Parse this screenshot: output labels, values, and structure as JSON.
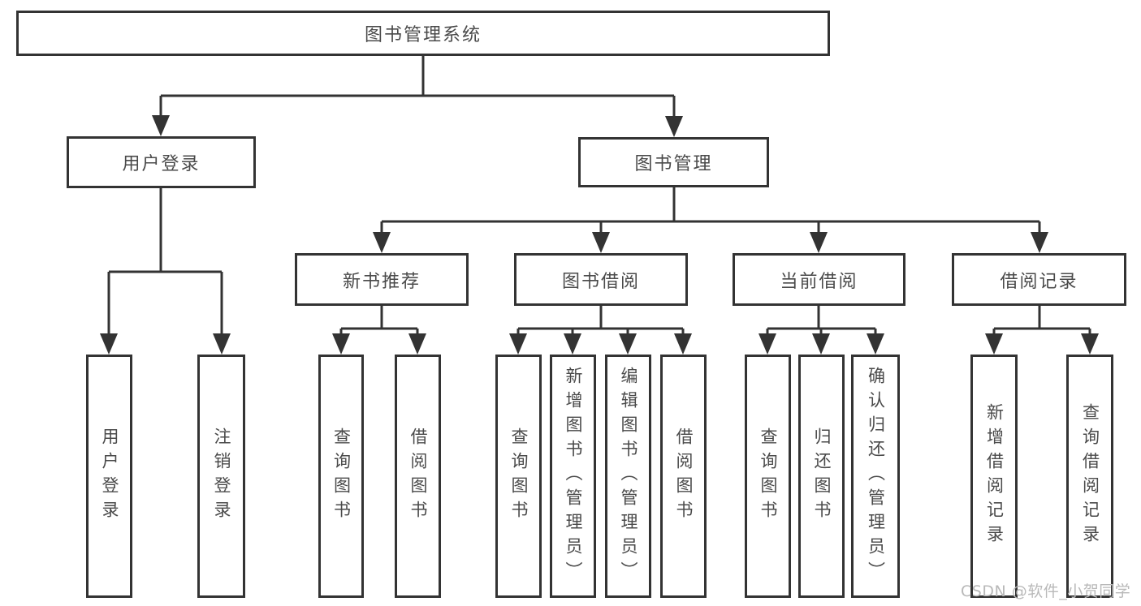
{
  "diagram_type": "hierarchy-tree",
  "colors": {
    "line": "#333333",
    "box_border": "#333333",
    "box_fill": "#ffffff",
    "text": "#4a4a4a",
    "watermark": "#b9b9b9",
    "background": "#ffffff"
  },
  "tree": {
    "label": "图书管理系统",
    "children": [
      {
        "label": "用户登录",
        "children": [
          {
            "label": "用户登录"
          },
          {
            "label": "注销登录"
          }
        ]
      },
      {
        "label": "图书管理",
        "children": [
          {
            "label": "新书推荐",
            "children": [
              {
                "label": "查询图书"
              },
              {
                "label": "借阅图书"
              }
            ]
          },
          {
            "label": "图书借阅",
            "children": [
              {
                "label": "查询图书"
              },
              {
                "label": "新增图书（管理员）"
              },
              {
                "label": "编辑图书（管理员）"
              },
              {
                "label": "借阅图书"
              }
            ]
          },
          {
            "label": "当前借阅",
            "children": [
              {
                "label": "查询图书"
              },
              {
                "label": "归还图书"
              },
              {
                "label": "确认归还（管理员）"
              }
            ]
          },
          {
            "label": "借阅记录",
            "children": [
              {
                "label": "新增借阅记录"
              },
              {
                "label": "查询借阅记录"
              }
            ]
          }
        ]
      }
    ]
  },
  "watermark": {
    "text": "CSDN @软件_小贺同学"
  }
}
